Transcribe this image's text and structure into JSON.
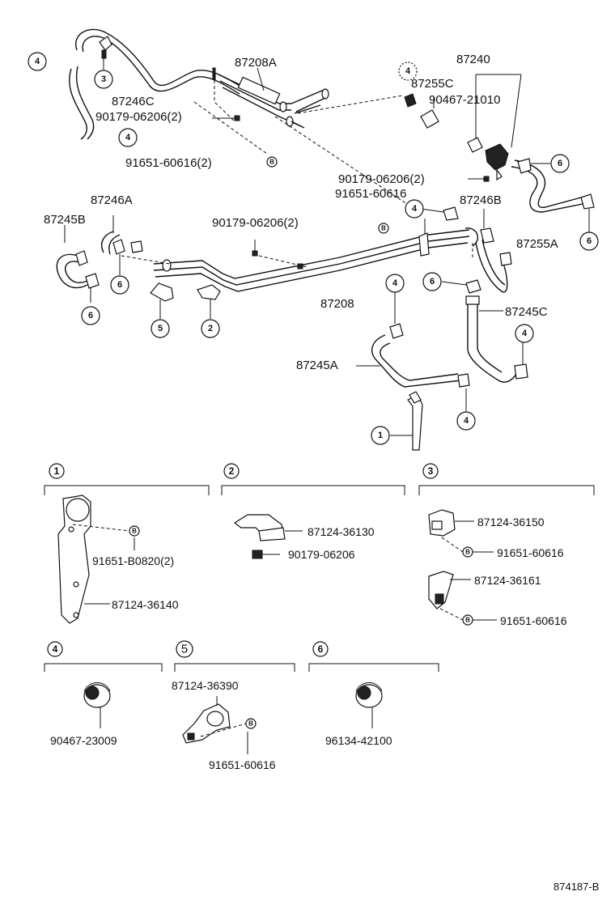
{
  "main_labels": {
    "p87208A": "87208A",
    "p87240": "87240",
    "p87255C": "87255C",
    "p90467_21010": "90467-21010",
    "p87246C": "87246C",
    "p90179_06206_2_top": "90179-06206(2)",
    "p91651_60616_2": "91651-60616(2)",
    "p90179_06206_2_mid": "90179-06206(2)",
    "p91651_60616_mid": "91651-60616",
    "p87246B": "87246B",
    "p87246A": "87246A",
    "p87245B": "87245B",
    "p90179_06206_2_left": "90179-06206(2)",
    "p87255A": "87255A",
    "p87208": "87208",
    "p87245C": "87245C",
    "p87245A": "87245A"
  },
  "callouts": {
    "c1": "1",
    "c2": "2",
    "c3": "3",
    "c4": "4",
    "c5": "5",
    "c6": "6",
    "bolt": "B"
  },
  "sections": {
    "s1": {
      "num": "1",
      "parts": [
        "91651-B0820(2)",
        "87124-36140"
      ]
    },
    "s2": {
      "num": "2",
      "parts": [
        "87124-36130",
        "90179-06206"
      ]
    },
    "s3": {
      "num": "3",
      "parts": [
        "87124-36150",
        "91651-60616",
        "87124-36161",
        "91651-60616"
      ]
    },
    "s4": {
      "num": "4",
      "parts": [
        "90467-23009"
      ]
    },
    "s5": {
      "num": "5",
      "parts": [
        "87124-36390",
        "91651-60616"
      ]
    },
    "s6": {
      "num": "6",
      "parts": [
        "96134-42100"
      ]
    }
  },
  "diagram_id": "874187-B"
}
